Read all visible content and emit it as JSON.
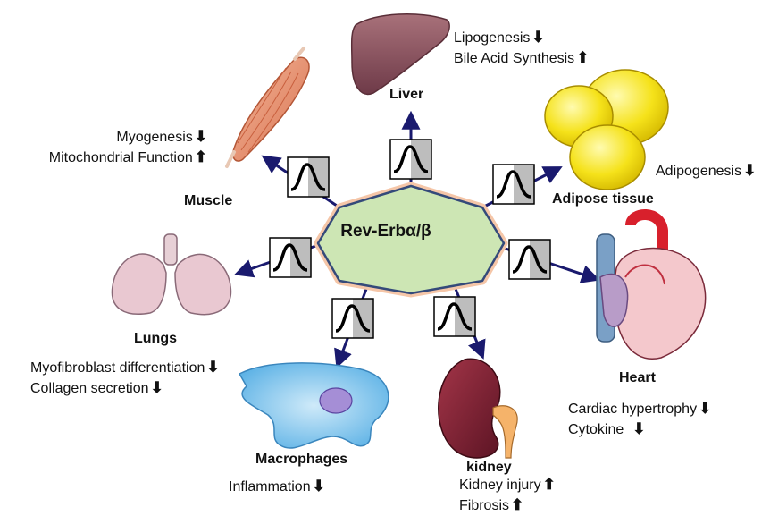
{
  "center": {
    "label": "Rev-Erbα/β"
  },
  "organs": {
    "liver": {
      "name": "Liver",
      "effects": [
        {
          "text": "Lipogenesis",
          "arrow": "⬇"
        },
        {
          "text": "Bile Acid Synthesis",
          "arrow": "⬆"
        }
      ]
    },
    "muscle": {
      "name": "Muscle",
      "effects": [
        {
          "text": "Myogenesis",
          "arrow": "⬇"
        },
        {
          "text": "Mitochondrial Function",
          "arrow": "⬆"
        }
      ]
    },
    "adipose": {
      "name": "Adipose tissue",
      "effects": [
        {
          "text": "Adipogenesis",
          "arrow": "⬇"
        }
      ]
    },
    "lungs": {
      "name": "Lungs",
      "effects": [
        {
          "text": "Myofibroblast differentiation",
          "arrow": "⬇"
        },
        {
          "text": "Collagen secretion",
          "arrow": "⬇"
        }
      ]
    },
    "heart": {
      "name": "Heart",
      "effects": [
        {
          "text": "Cardiac hypertrophy",
          "arrow": "⬇"
        },
        {
          "text": "Cytokine",
          "arrow": "⬇"
        }
      ]
    },
    "macrophages": {
      "name": "Macrophages",
      "effects": [
        {
          "text": "Inflammation",
          "arrow": "⬇"
        }
      ]
    },
    "kidney": {
      "name": "kidney",
      "effects": [
        {
          "text": "Kidney injury",
          "arrow": "⬆"
        },
        {
          "text": "Fibrosis",
          "arrow": "⬆"
        }
      ]
    }
  },
  "colors": {
    "hub_fill": "#cde6b4",
    "hub_stroke": "#344a7a",
    "hub_glow": "#f5c6a8",
    "arrow": "#1a1a6e"
  }
}
